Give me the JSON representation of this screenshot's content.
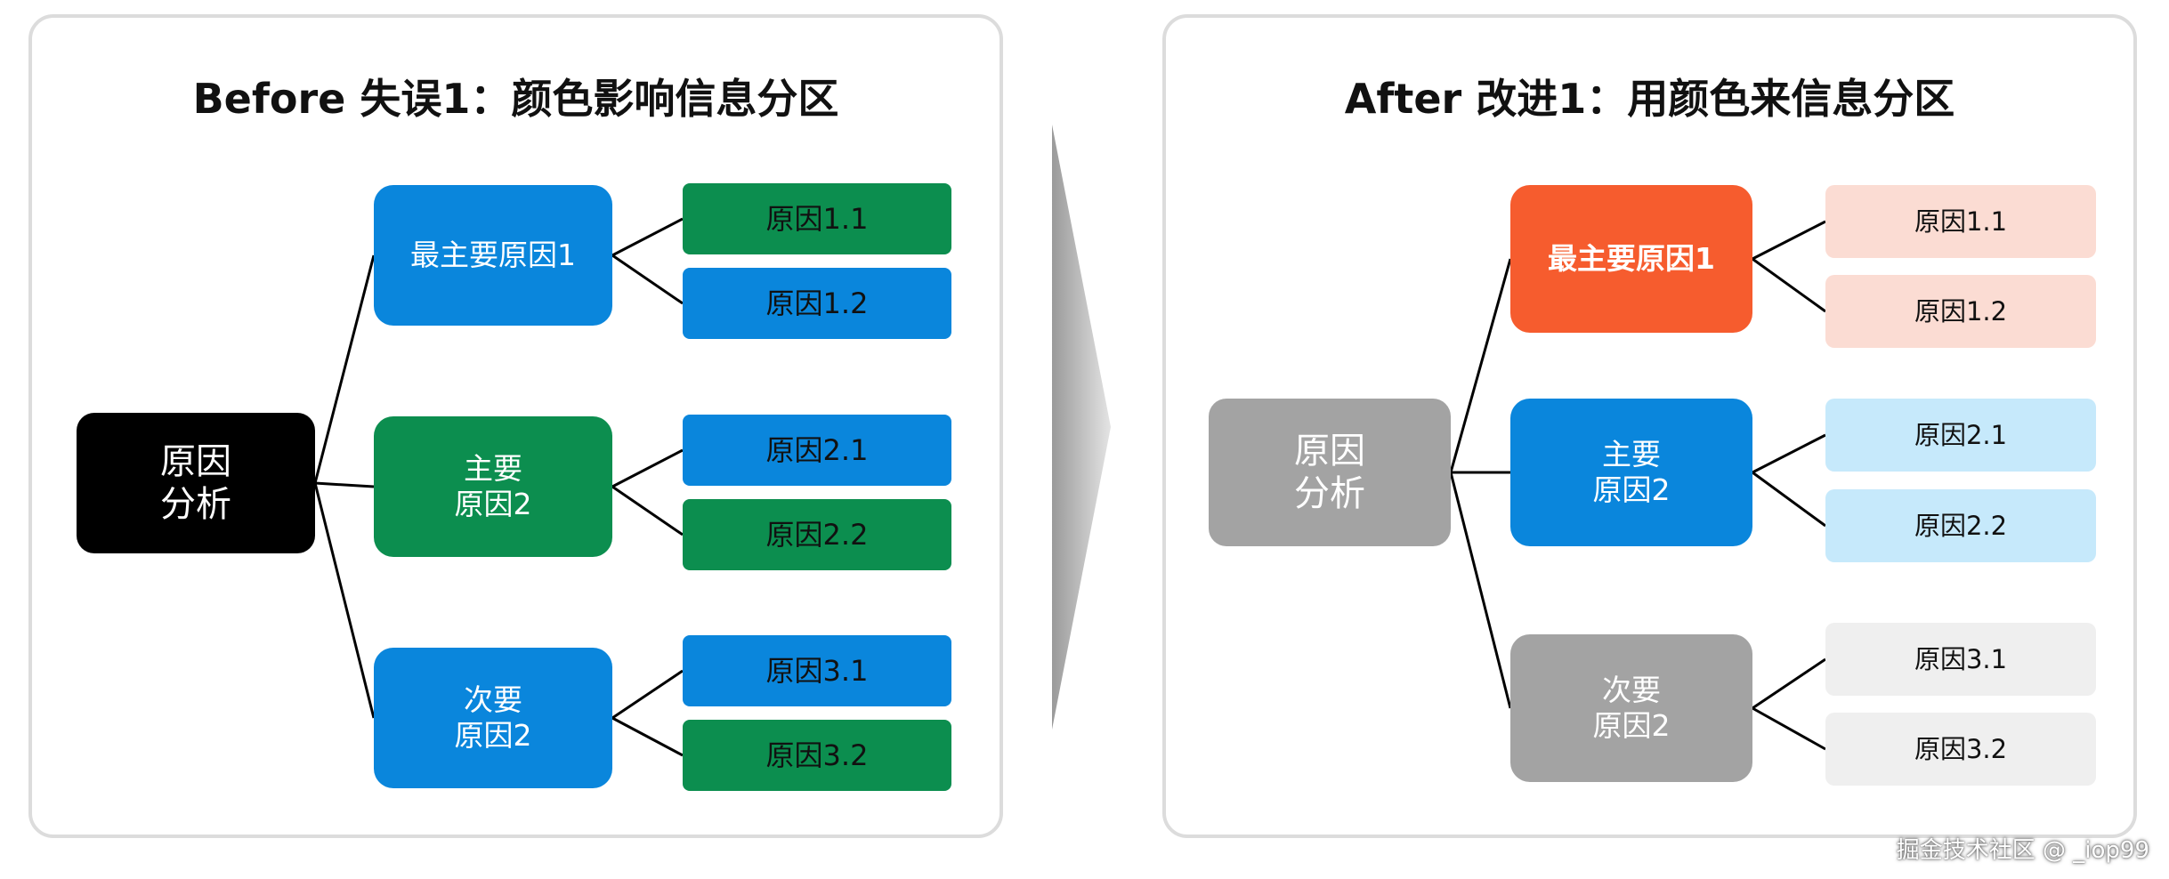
{
  "colors": {
    "black": "#000000",
    "blue": "#0a86dc",
    "green": "#0c8e4f",
    "orange": "#f65c2e",
    "gray": "#a3a3a3",
    "pink_light": "#fbdcd3",
    "blue_light": "#c6e9fb",
    "gray_light": "#efefef",
    "line": "#000000",
    "white": "#ffffff",
    "dark_text": "#111111"
  },
  "before": {
    "title": "Before 失误1：颜色影响信息分区",
    "root": {
      "label": "原因\n分析",
      "color": "black"
    },
    "branches": [
      {
        "label": "最主要原因1",
        "color": "blue",
        "bold": false,
        "leaves": [
          {
            "label": "原因1.1",
            "color": "green"
          },
          {
            "label": "原因1.2",
            "color": "blue"
          }
        ]
      },
      {
        "label": "主要\n原因2",
        "color": "green",
        "bold": false,
        "leaves": [
          {
            "label": "原因2.1",
            "color": "blue"
          },
          {
            "label": "原因2.2",
            "color": "green"
          }
        ]
      },
      {
        "label": "次要\n原因2",
        "color": "blue",
        "bold": false,
        "leaves": [
          {
            "label": "原因3.1",
            "color": "blue"
          },
          {
            "label": "原因3.2",
            "color": "green"
          }
        ]
      }
    ]
  },
  "after": {
    "title": "After 改进1：用颜色来信息分区",
    "root": {
      "label": "原因\n分析",
      "color": "gray"
    },
    "branches": [
      {
        "label": "最主要原因1",
        "color": "orange",
        "bold": true,
        "leaves": [
          {
            "label": "原因1.1",
            "color": "pink_light"
          },
          {
            "label": "原因1.2",
            "color": "pink_light"
          }
        ]
      },
      {
        "label": "主要\n原因2",
        "color": "blue",
        "bold": false,
        "leaves": [
          {
            "label": "原因2.1",
            "color": "blue_light"
          },
          {
            "label": "原因2.2",
            "color": "blue_light"
          }
        ]
      },
      {
        "label": "次要\n原因2",
        "color": "gray",
        "bold": false,
        "leaves": [
          {
            "label": "原因3.1",
            "color": "gray_light"
          },
          {
            "label": "原因3.2",
            "color": "gray_light"
          }
        ]
      }
    ]
  },
  "watermark": "掘金技术社区 @ _iop99"
}
